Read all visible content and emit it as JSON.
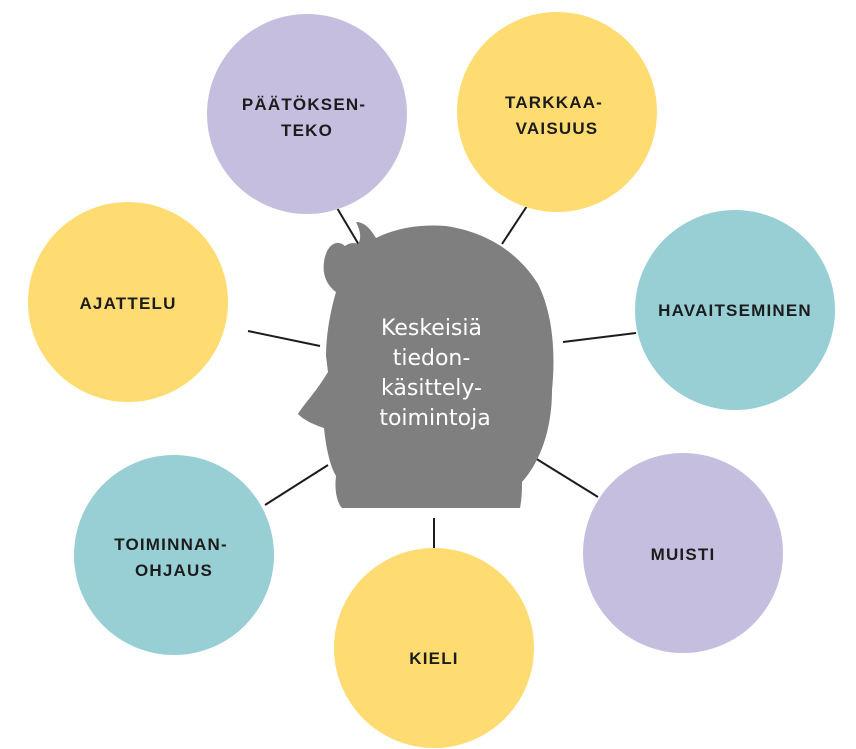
{
  "colors": {
    "purple": "#c6bedf",
    "yellow": "#fedc72",
    "teal": "#97cfd4",
    "head": "#7f7f7f",
    "line": "#1c1c1c",
    "text": "#1c1c1c"
  },
  "center": {
    "lines": [
      "Keskeisiä",
      "tiedon-",
      "käsittely-",
      "toimintoja"
    ]
  },
  "nodes": [
    {
      "id": "paatoksenteko",
      "color": "purple",
      "lines": [
        "PÄÄTÖKSEN-",
        "TEKO"
      ]
    },
    {
      "id": "tarkkaavaisuus",
      "color": "yellow",
      "lines": [
        "TARKKAA-",
        "VAISUUS"
      ]
    },
    {
      "id": "havaitseminen",
      "color": "teal",
      "lines": [
        "HAVAITSEMINEN"
      ]
    },
    {
      "id": "muisti",
      "color": "purple",
      "lines": [
        "MUISTI"
      ]
    },
    {
      "id": "kieli",
      "color": "yellow",
      "lines": [
        "KIELI"
      ]
    },
    {
      "id": "toiminnanohjaus",
      "color": "teal",
      "lines": [
        "TOIMINNAN-",
        "OHJAUS"
      ]
    },
    {
      "id": "ajattelu",
      "color": "yellow",
      "lines": [
        "AJATTELU"
      ]
    }
  ]
}
